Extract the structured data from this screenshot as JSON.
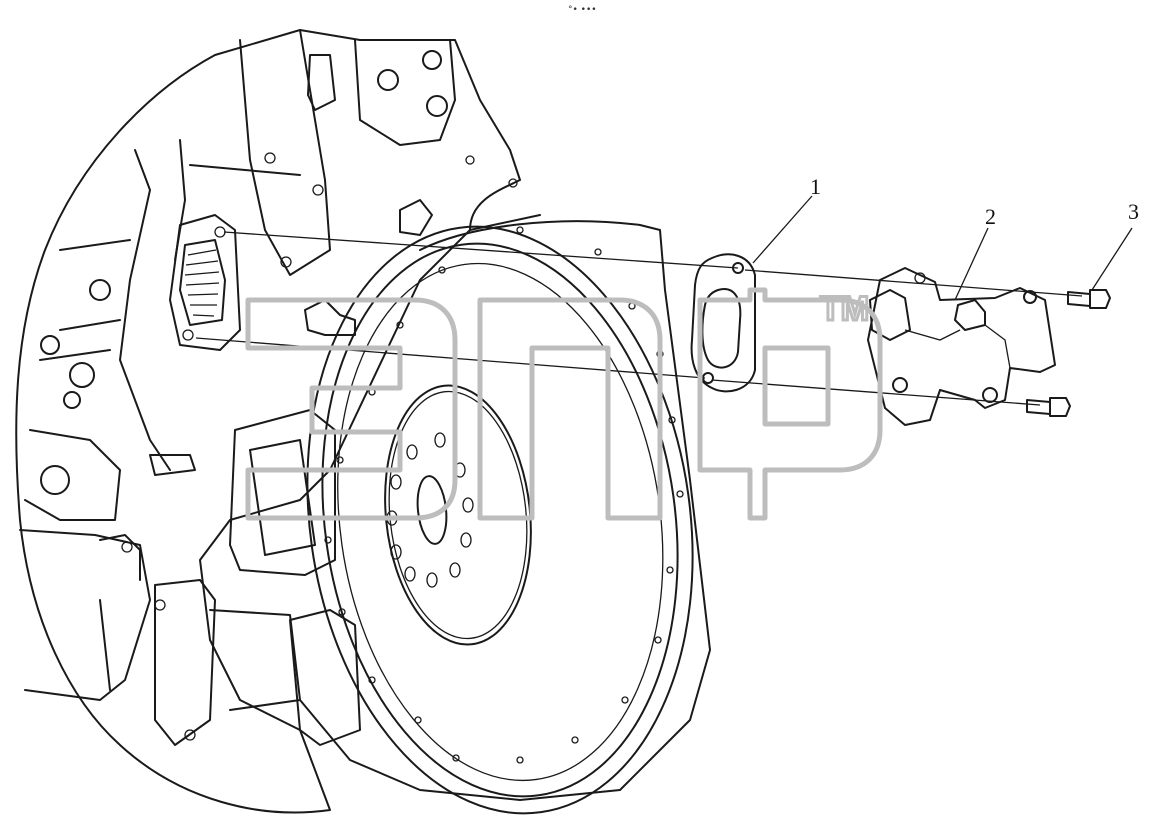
{
  "header": {
    "tiny_mark": "°• •••"
  },
  "callouts": [
    {
      "id": "1",
      "label": "1"
    },
    {
      "id": "2",
      "label": "2"
    },
    {
      "id": "3",
      "label": "3"
    }
  ],
  "watermark": {
    "logo": "эпф",
    "trademark": "TM",
    "color": "#bdbdbd"
  },
  "colors": {
    "line": "#1a1a1a",
    "background": "#ffffff"
  }
}
